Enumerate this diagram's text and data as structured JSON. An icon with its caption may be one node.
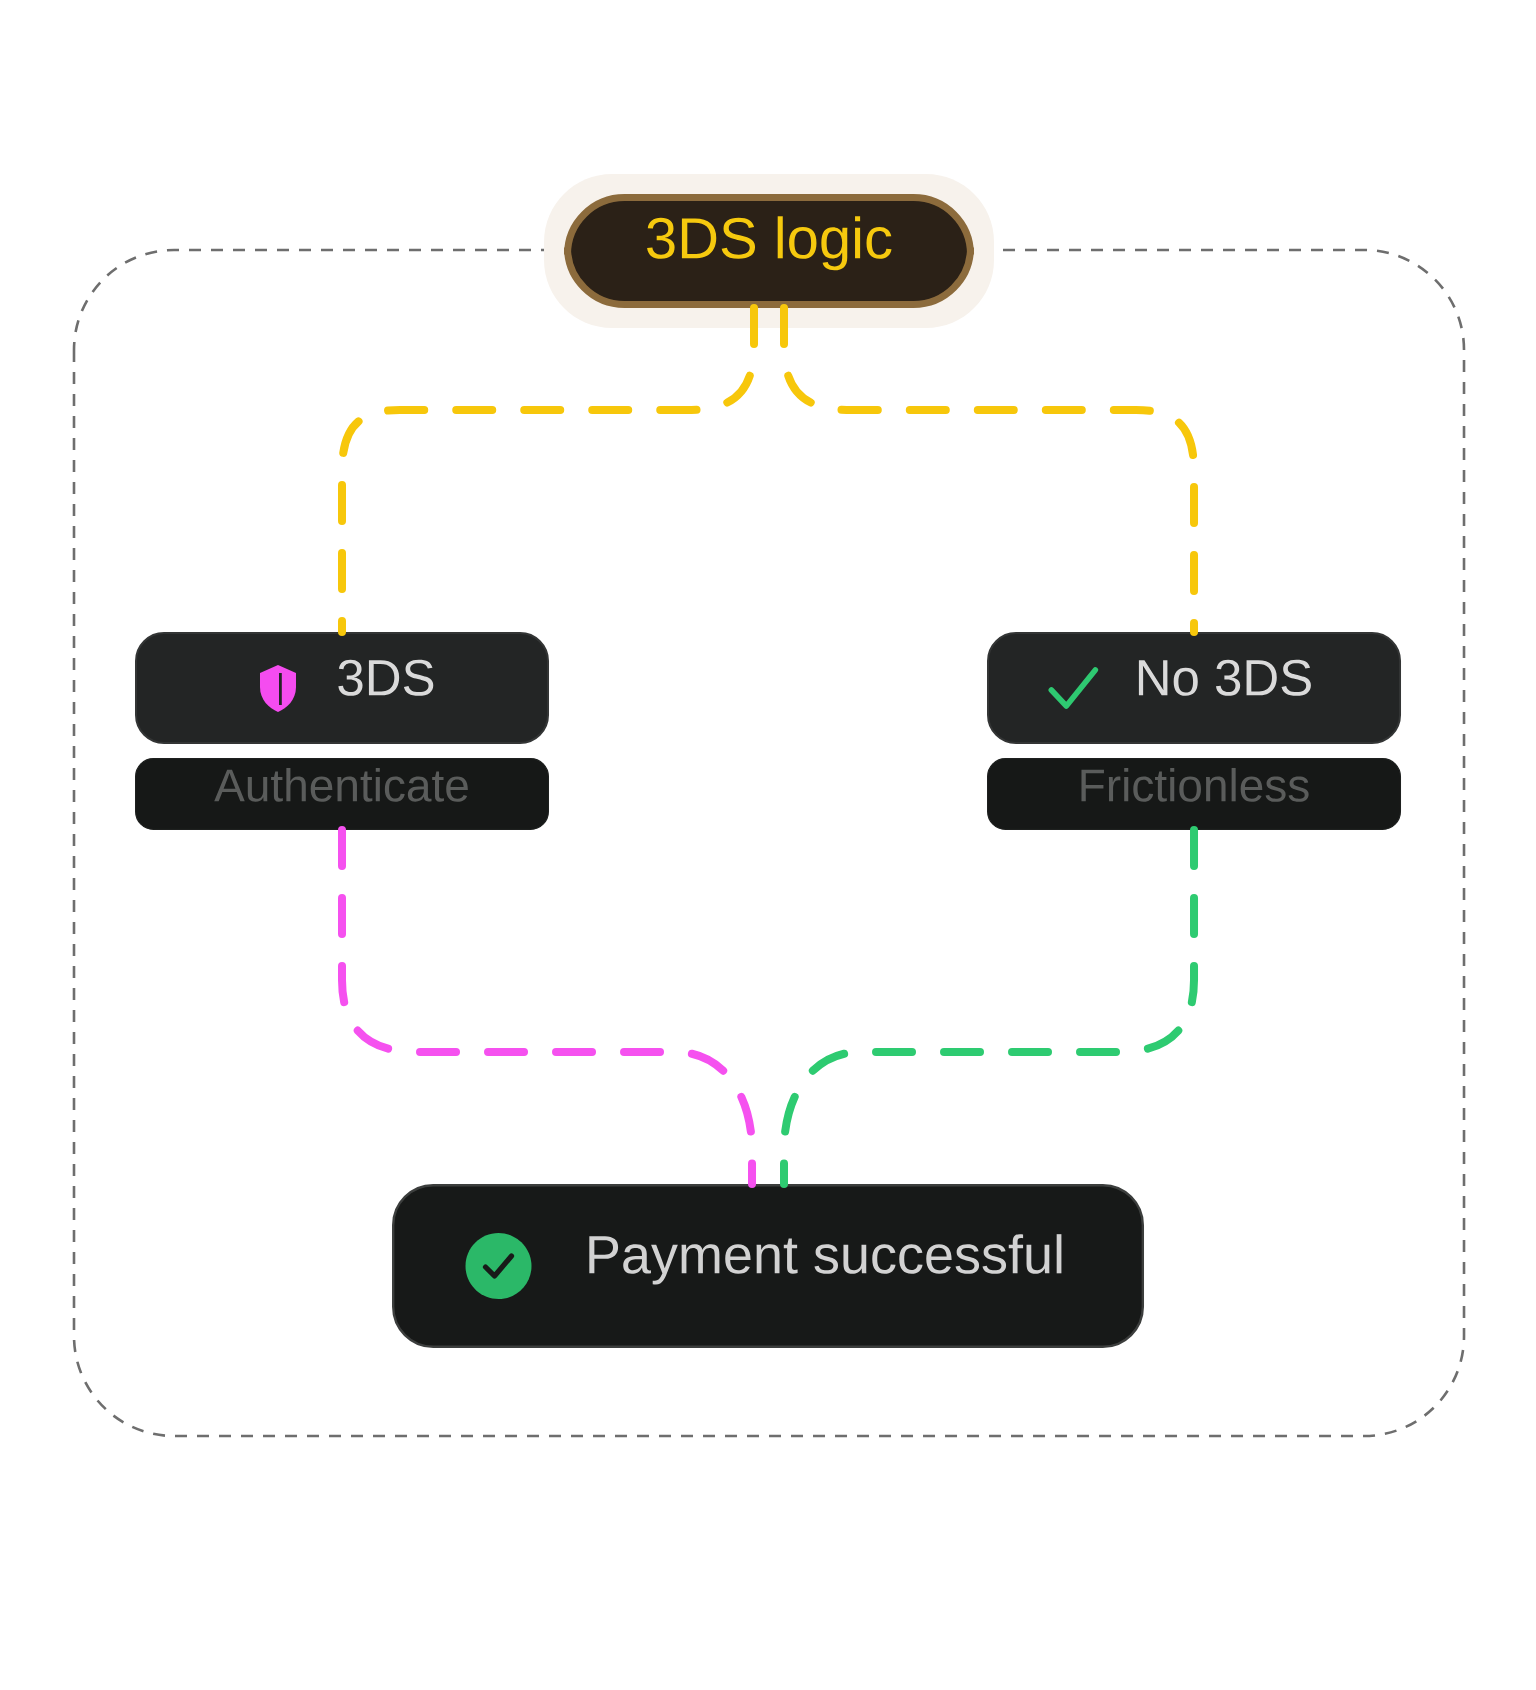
{
  "diagram": {
    "nodes": [
      {
        "text": [
          "3DS logic"
        ]
      },
      {
        "text": [
          "3DS"
        ]
      },
      {
        "text": [
          "Authenticate"
        ]
      },
      {
        "text": [
          "No 3DS"
        ]
      },
      {
        "text": [
          "Frictionless"
        ]
      },
      {
        "text": [
          "Payment successful"
        ]
      }
    ],
    "edges": [
      {
        "from": 0,
        "to": 1,
        "arrow": "none",
        "style": "dashed",
        "color": "#f7c70b"
      },
      {
        "from": 0,
        "to": 3,
        "arrow": "none",
        "style": "dashed",
        "color": "#f7c70b"
      },
      {
        "from": 2,
        "to": 5,
        "arrow": "none",
        "style": "dashed",
        "color": "#f551ef"
      },
      {
        "from": 4,
        "to": 5,
        "arrow": "none",
        "style": "dashed",
        "color": "#2ecb71"
      }
    ]
  }
}
